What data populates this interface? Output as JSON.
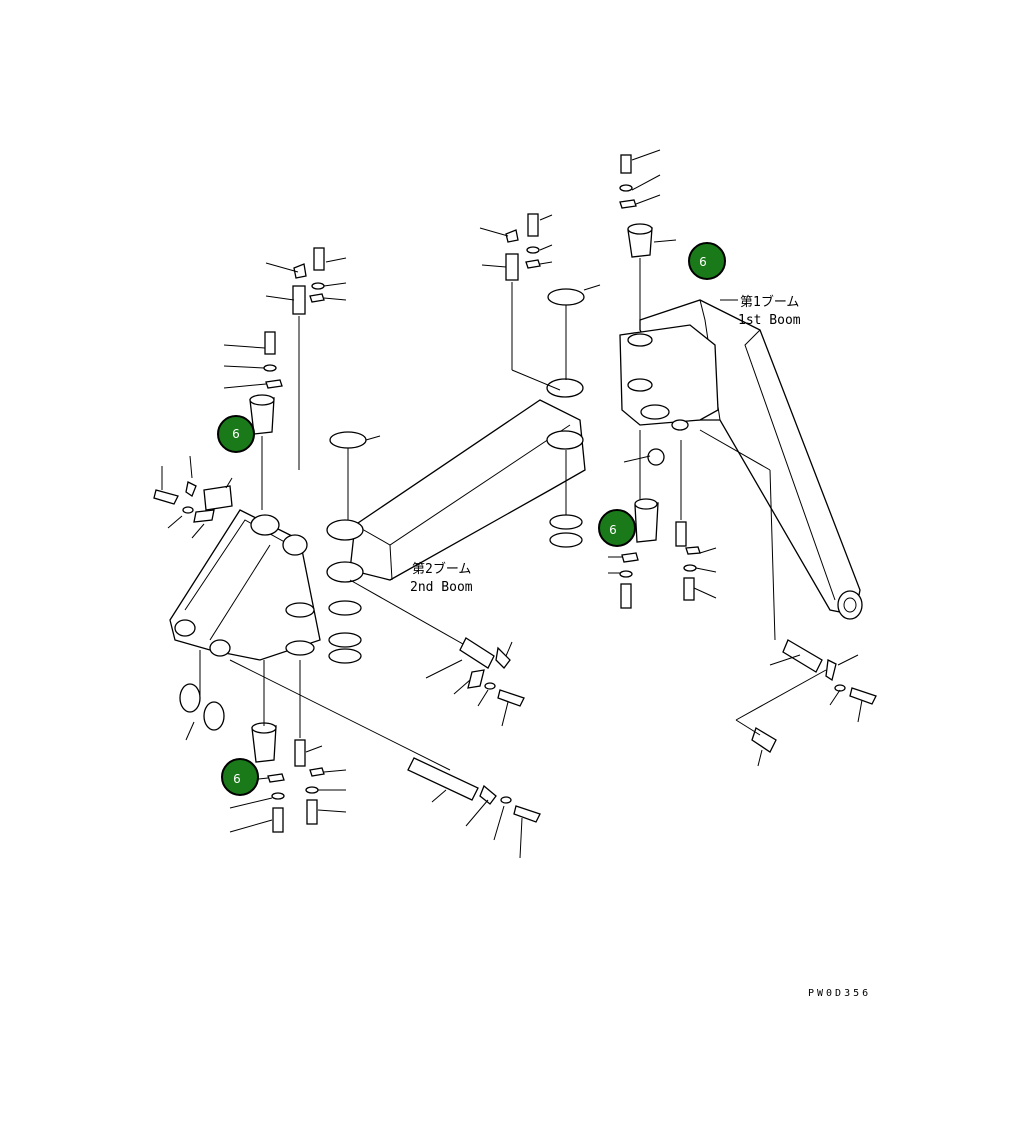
{
  "diagram": {
    "label_first_boom_jp": "第1ブーム",
    "label_first_boom_en": "1st Boom",
    "label_second_boom_jp": "第2ブーム",
    "label_second_boom_en": "2nd Boom",
    "drawing_code": "PW0D356",
    "callout_color": "#1a7a1a",
    "callouts": [
      "6",
      "6",
      "6",
      "6"
    ]
  }
}
